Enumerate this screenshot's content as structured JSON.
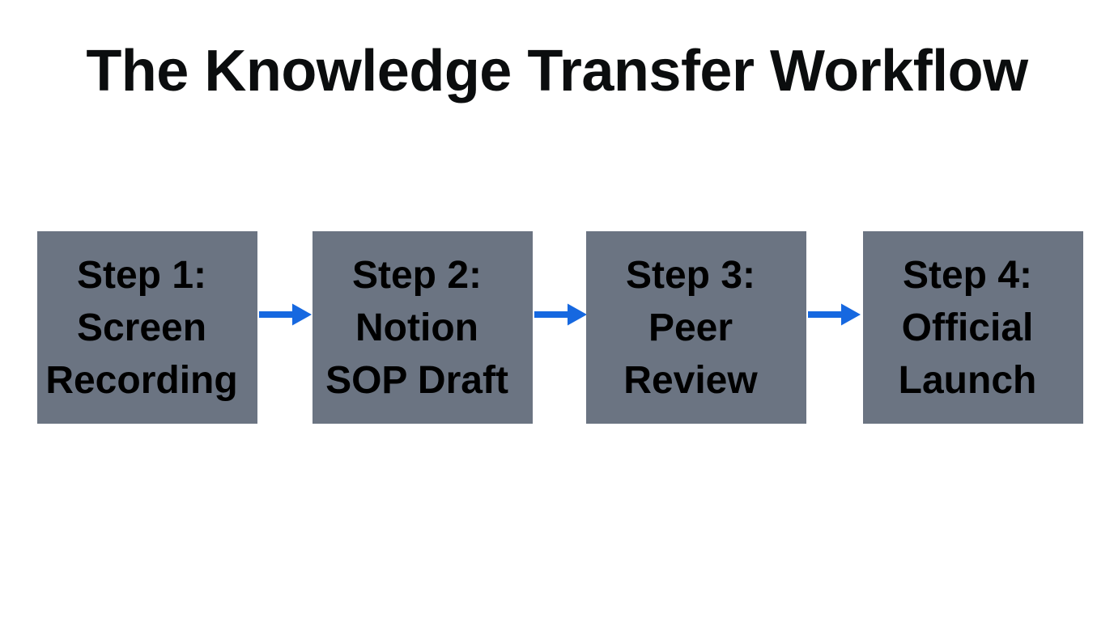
{
  "slide": {
    "title": "The Knowledge Transfer Workflow",
    "background_color": "#ffffff",
    "box_fill_color": "#6b7482",
    "box_text_color": "#000000",
    "arrow_color": "#1668e0",
    "title_color": "#0b0d0e"
  },
  "steps": [
    {
      "id": "step-1",
      "label": "Step 1:\nScreen\nRecording",
      "lines": [
        "Step 1:",
        "Screen",
        "Recording"
      ],
      "number": "1",
      "name": "Screen Recording"
    },
    {
      "id": "step-2",
      "label": "Step 2:\nNotion\nSOP Draft",
      "lines": [
        "Step 2:",
        "Notion",
        "SOP Draft"
      ],
      "number": "2",
      "name": "Notion SOP Draft"
    },
    {
      "id": "step-3",
      "label": "Step 3:\nPeer\nReview",
      "lines": [
        "Step 3:",
        "Peer",
        "Review"
      ],
      "number": "3",
      "name": "Peer Review"
    },
    {
      "id": "step-4",
      "label": "Step 4:\nOfficial\nLaunch",
      "lines": [
        "Step 4:",
        "Official",
        "Launch"
      ],
      "number": "4",
      "name": "Official Launch"
    }
  ],
  "connectors": [
    {
      "id": "arrow-1",
      "from": "step-1",
      "to": "step-2",
      "icon": "arrow-right-icon"
    },
    {
      "id": "arrow-2",
      "from": "step-2",
      "to": "step-3",
      "icon": "arrow-right-icon"
    },
    {
      "id": "arrow-3",
      "from": "step-3",
      "to": "step-4",
      "icon": "arrow-right-icon"
    }
  ]
}
